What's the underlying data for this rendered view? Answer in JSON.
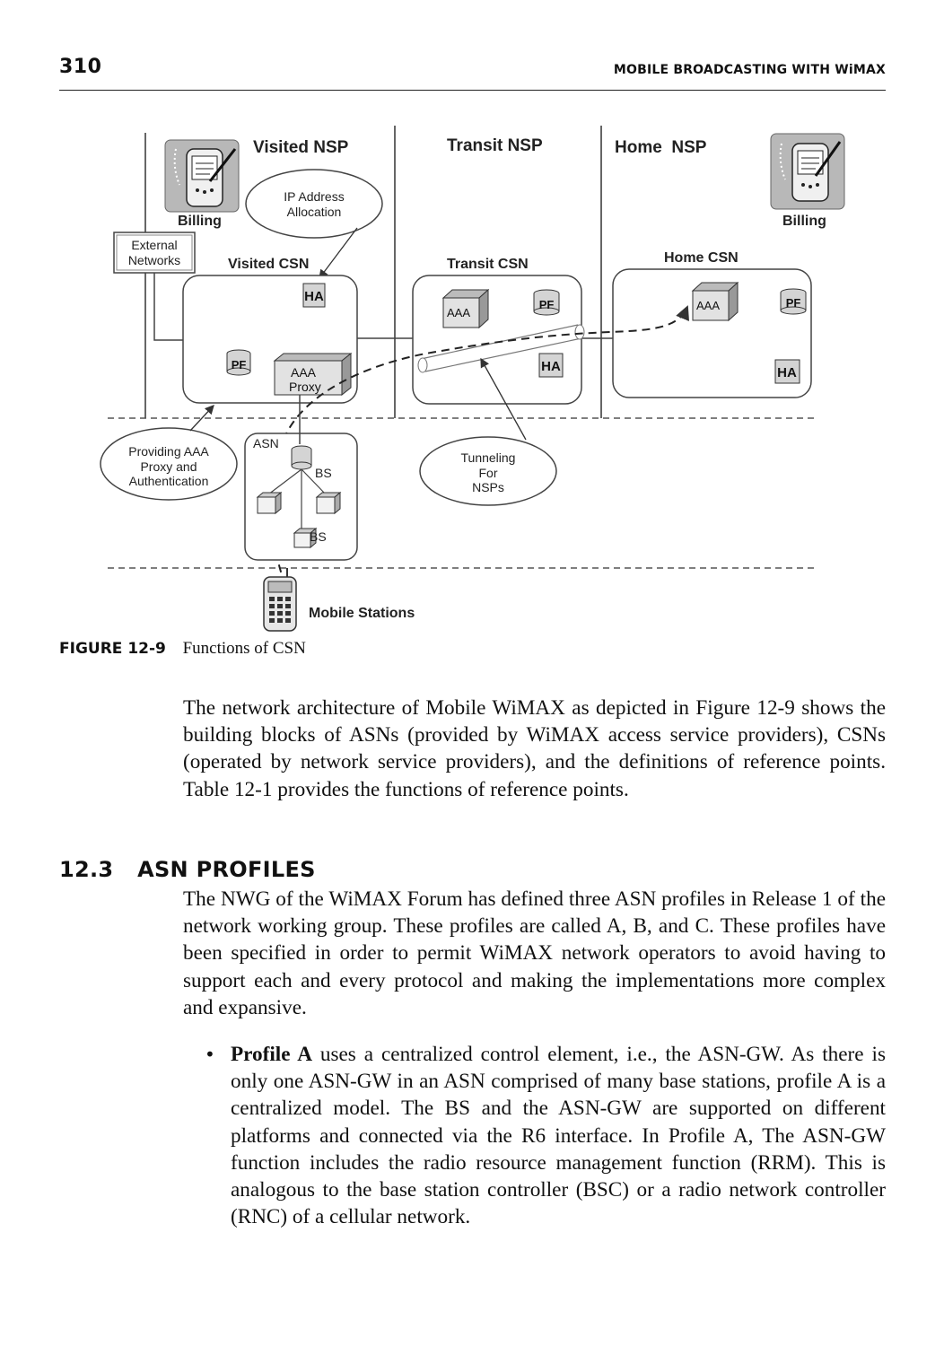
{
  "header": {
    "page_number": "310",
    "running_title": "MOBILE BROADCASTING WITH WiMAX"
  },
  "figure": {
    "zones": {
      "visited_nsp": "Visited NSP",
      "transit_nsp": "Transit NSP",
      "home_nsp": "Home  NSP"
    },
    "labels": {
      "billing_left": "Billing",
      "billing_right": "Billing",
      "ip_address_line1": "IP Address",
      "ip_address_line2": "Allocation",
      "external_line1": "External",
      "external_line2": "Networks",
      "visited_csn": "Visited CSN",
      "transit_csn": "Transit CSN",
      "home_csn": "Home CSN",
      "ha_visited": "HA",
      "pf_visited": "PF",
      "aaa_proxy_line1": "AAA",
      "aaa_proxy_line2": "Proxy",
      "aaa_transit": "AAA",
      "pf_transit": "PF",
      "ha_transit": "HA",
      "aaa_home": "AAA",
      "pf_home": "PF",
      "ha_home": "HA",
      "providing_line1": "Providing AAA",
      "providing_line2": "Proxy and",
      "providing_line3": "Authentication",
      "asn": "ASN",
      "bs_top": "BS",
      "bs_bottom": "BS",
      "tunneling_line1": "Tunneling",
      "tunneling_line2": "For",
      "tunneling_line3": "NSPs",
      "mobile_stations": "Mobile Stations"
    },
    "colors": {
      "line": "#333333",
      "node_fill": "#d4d4d4",
      "icon_bg": "#b8b8b8"
    }
  },
  "caption": {
    "label": "FIGURE 12-9",
    "text": "Functions of CSN"
  },
  "paragraph1": "The network architecture of Mobile WiMAX as depicted in Figure 12-9 shows the building blocks of ASNs (provided by WiMAX access service providers), CSNs (operated by network service providers), and the definitions of reference points. Table 12-1 provides the functions of reference points.",
  "section": {
    "number": "12.3",
    "title": "ASN PROFILES"
  },
  "paragraph2": "The NWG of the WiMAX Forum has defined three ASN profiles in Release 1 of the network working group. These profiles are called A, B, and C. These profiles have been specified in order to permit WiMAX network operators to avoid having to support each and every protocol and making the implementations more complex and expansive.",
  "bullet1": {
    "term": "Profile A",
    "text": " uses a centralized control element, i.e., the ASN-GW. As there is only one ASN-GW in an ASN comprised of many base stations, profile A is a centralized model. The BS and the ASN-GW are supported on different platforms and connected via the R6 interface. In Profile A, The ASN-GW function includes the radio resource management function (RRM). This is analogous to the base station controller (BSC) or a radio network controller (RNC) of a cellular network."
  }
}
